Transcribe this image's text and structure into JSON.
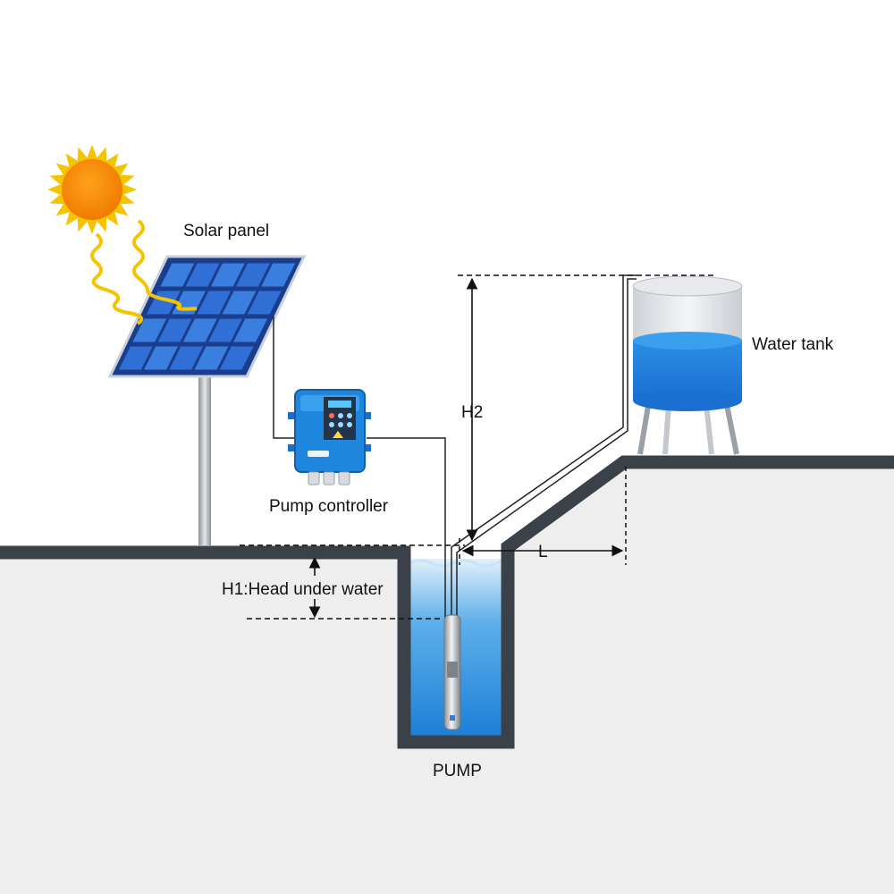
{
  "labels": {
    "solar_panel": "Solar panel",
    "water_tank": "Water tank",
    "pump_controller": "Pump controller",
    "h2": "H2",
    "l": "L",
    "h1": "H1:Head under water",
    "pump": "PUMP"
  },
  "icons": [
    "sun-icon",
    "solar-panel-icon",
    "pump-controller-icon",
    "water-tank-icon",
    "submersible-pump-icon"
  ],
  "colors": {
    "ground": "#eeeeee",
    "ground_edge": "#3b4148",
    "water": "#2f8ee0",
    "sun": "#f5c400",
    "panel": "#2457b8",
    "controller": "#1e86dd"
  }
}
